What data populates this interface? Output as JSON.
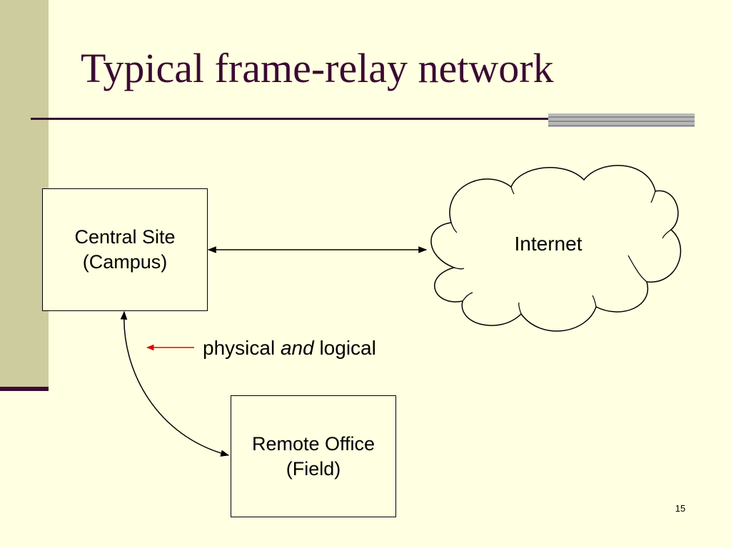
{
  "slide": {
    "title": "Typical frame-relay network",
    "page_number": "15"
  },
  "nodes": {
    "central_site": {
      "line1": "Central Site",
      "line2": "(Campus)"
    },
    "internet": {
      "label": "Internet"
    },
    "remote_office": {
      "line1": "Remote Office",
      "line2": "(Field)"
    }
  },
  "legend": {
    "text_before": "physical",
    "text_emphasis": "and",
    "text_after": "logical",
    "arrow_color": "#e00000"
  },
  "colors": {
    "title": "#3b0a33",
    "background": "#ffffe1",
    "side_bar": "#cccc9f"
  }
}
